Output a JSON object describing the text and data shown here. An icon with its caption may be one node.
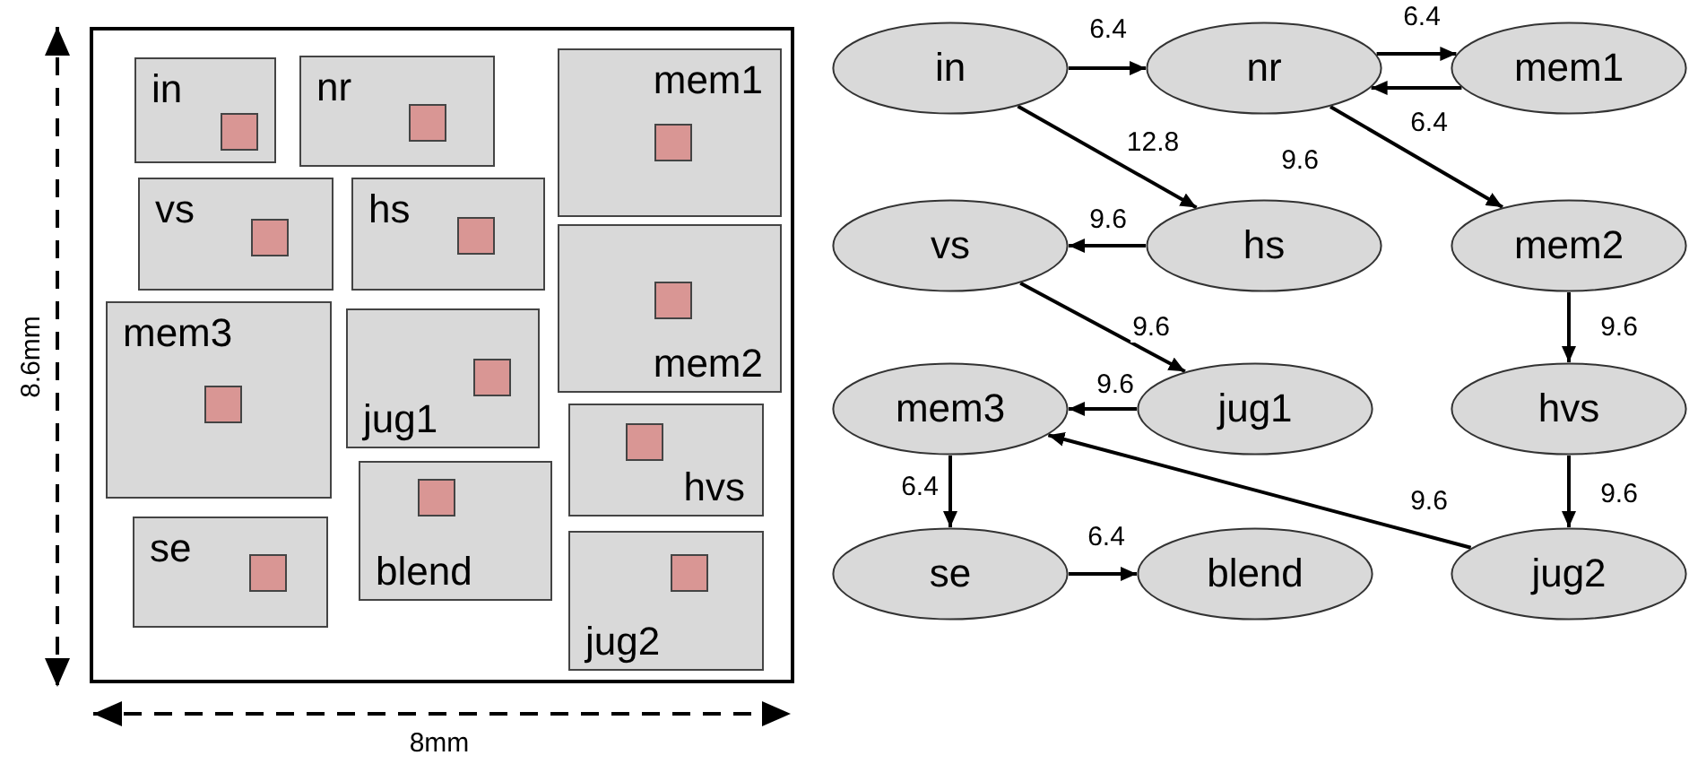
{
  "diagram": {
    "nodes": [
      {
        "text": [],
        "shape": "box"
      },
      {
        "text": [
          "in"
        ],
        "in": 0
      },
      {
        "text": [
          "nr"
        ],
        "in": 0
      },
      {
        "text": [
          "mem1"
        ],
        "in": 0
      },
      {
        "text": [
          "vs"
        ],
        "in": 0
      },
      {
        "text": [
          "hs"
        ],
        "in": 0
      },
      {
        "text": [
          "mem2"
        ],
        "in": 0
      },
      {
        "text": [
          "mem3"
        ],
        "in": 0
      },
      {
        "text": [
          "jug1"
        ],
        "in": 0
      },
      {
        "text": [
          "hvs"
        ],
        "in": 0
      },
      {
        "text": [
          "blend"
        ],
        "in": 0
      },
      {
        "text": [
          "se"
        ],
        "in": 0
      },
      {
        "text": [
          "jug2"
        ],
        "in": 0
      },
      {
        "text": [
          "in"
        ]
      },
      {
        "text": [
          "nr"
        ]
      },
      {
        "text": [
          "mem1"
        ]
      },
      {
        "text": [
          "vs"
        ]
      },
      {
        "text": [
          "hs"
        ]
      },
      {
        "text": [
          "mem2"
        ]
      },
      {
        "text": [
          "mem3"
        ]
      },
      {
        "text": [
          "jug1"
        ]
      },
      {
        "text": [
          "hvs"
        ]
      },
      {
        "text": [
          "se"
        ]
      },
      {
        "text": [
          "blend"
        ]
      },
      {
        "text": [
          "jug2"
        ]
      }
    ],
    "edges": [
      {
        "from": 13,
        "to": 14,
        "arrow": "to",
        "label": "6.4"
      },
      {
        "from": 14,
        "to": 15,
        "arrow": "to",
        "label": "6.4"
      },
      {
        "from": 15,
        "to": 14,
        "arrow": "to",
        "label": "6.4"
      },
      {
        "from": 13,
        "to": 17,
        "arrow": "to",
        "label": "12.8"
      },
      {
        "from": 14,
        "to": 18,
        "arrow": "to",
        "label": "9.6"
      },
      {
        "from": 17,
        "to": 16,
        "arrow": "to",
        "label": "9.6"
      },
      {
        "from": 16,
        "to": 20,
        "arrow": "to",
        "label": "9.6"
      },
      {
        "from": 18,
        "to": 21,
        "arrow": "to",
        "label": "9.6"
      },
      {
        "from": 20,
        "to": 19,
        "arrow": "to",
        "label": "9.6"
      },
      {
        "from": 21,
        "to": 24,
        "arrow": "to",
        "label": "9.6"
      },
      {
        "from": 24,
        "to": 19,
        "arrow": "to",
        "label": "9.6"
      },
      {
        "from": 19,
        "to": 22,
        "arrow": "to",
        "label": "6.4"
      },
      {
        "from": 22,
        "to": 23,
        "arrow": "to",
        "label": "6.4"
      }
    ],
    "labels": [
      "8.6mm",
      "8mm"
    ]
  }
}
